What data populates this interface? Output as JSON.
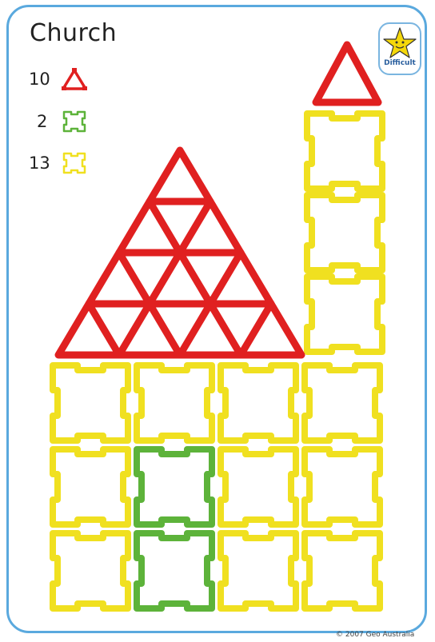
{
  "card": {
    "title": "Church",
    "difficulty_label": "Difficult",
    "footer": "© 2007 Geo Australia"
  },
  "piece_counts": [
    {
      "count": "10",
      "shape": "triangle",
      "color": "#e02020"
    },
    {
      "count": "2",
      "shape": "square",
      "color": "#5db33a"
    },
    {
      "count": "13",
      "shape": "square",
      "color": "#f0e020"
    }
  ],
  "colors": {
    "border": "#5aa9de",
    "red": "#e02020",
    "green": "#5db33a",
    "yellow": "#f0e020",
    "star": "#f5d80a"
  }
}
